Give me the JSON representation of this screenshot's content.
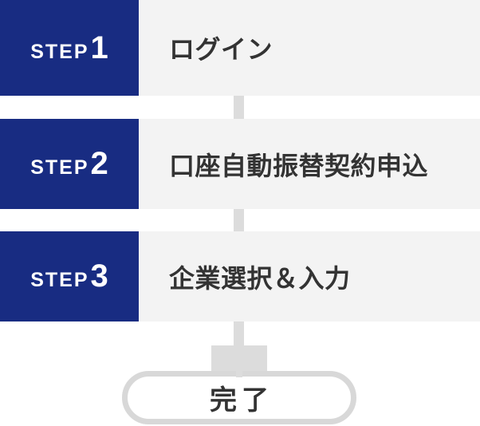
{
  "diagram": {
    "steps": [
      {
        "step_word": "STEP",
        "number": "1",
        "label": "ログイン"
      },
      {
        "step_word": "STEP",
        "number": "2",
        "label": "口座自動振替契約申込"
      },
      {
        "step_word": "STEP",
        "number": "3",
        "label": "企業選択＆入力"
      }
    ],
    "final_label": "完了"
  },
  "colors": {
    "step_box": "#182c82",
    "row_bg": "#f3f3f3",
    "connector": "#dcdcdc",
    "pill_border": "#d8d8d8",
    "pill_bg": "#ffffff",
    "text_dark": "#333333",
    "text_light": "#ffffff",
    "page_bg": "#ffffff"
  }
}
